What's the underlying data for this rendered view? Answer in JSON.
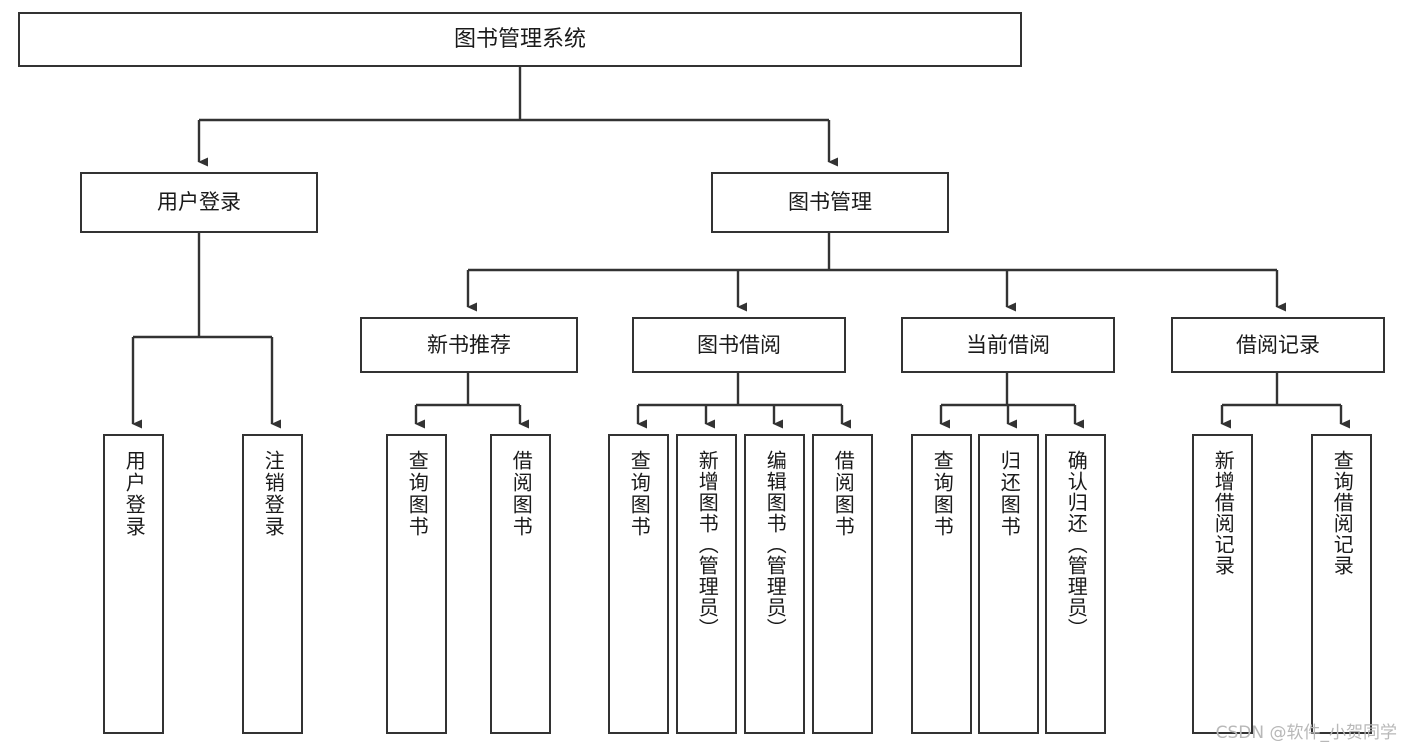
{
  "diagram": {
    "type": "tree",
    "title": "图书管理系统",
    "root": {
      "label": "图书管理系统"
    },
    "level2": [
      {
        "label": "用户登录"
      },
      {
        "label": "图书管理"
      }
    ],
    "level3": [
      {
        "label": "新书推荐"
      },
      {
        "label": "图书借阅"
      },
      {
        "label": "当前借阅"
      },
      {
        "label": "借阅记录"
      }
    ],
    "leaves": {
      "user_login": [
        {
          "label": "用户登录"
        },
        {
          "label": "注销登录"
        }
      ],
      "new_book_recommend": [
        {
          "label": "查询图书"
        },
        {
          "label": "借阅图书"
        }
      ],
      "book_borrow": [
        {
          "label": "查询图书"
        },
        {
          "label": "新增图书（管理员）"
        },
        {
          "label": "编辑图书（管理员）"
        },
        {
          "label": "借阅图书"
        }
      ],
      "current_borrow": [
        {
          "label": "查询图书"
        },
        {
          "label": "归还图书"
        },
        {
          "label": "确认归还（管理员）"
        }
      ],
      "borrow_record": [
        {
          "label": "新增借阅记录"
        },
        {
          "label": "查询借阅记录"
        }
      ]
    },
    "colors": {
      "border": "#333333",
      "fill": "#ffffff",
      "line": "#333333",
      "text": "#1a1a1a",
      "watermark": "#b8b8b8"
    }
  },
  "watermark": {
    "text": "CSDN @软件_小贺同学"
  }
}
